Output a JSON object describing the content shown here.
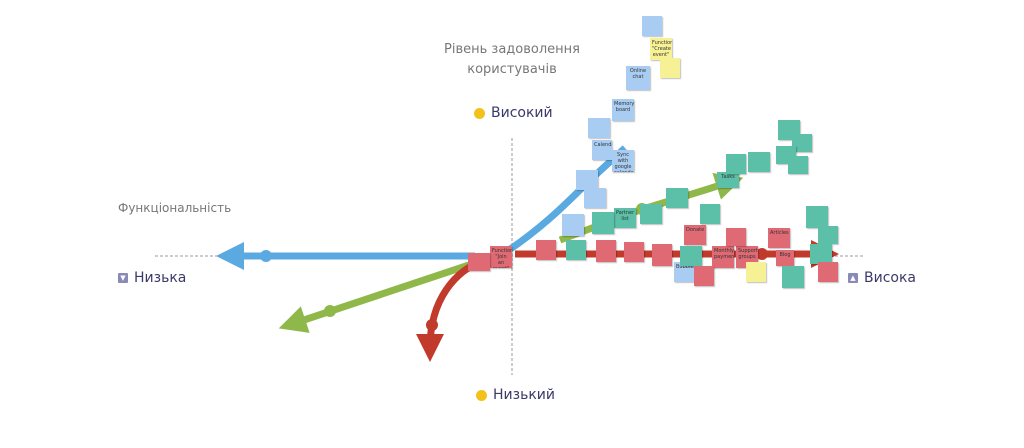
{
  "y_axis_title": "Рівень задоволення\nкористувачів",
  "x_axis_title": "Функціональність",
  "y_high_label": "Високий",
  "y_low_label": "Низький",
  "x_low_label": "Низька",
  "x_high_label": "Висока",
  "icons": {
    "high": "smile-face-icon",
    "low": "frown-face-icon",
    "left_marker": "arrow-down-square-icon",
    "right_marker": "arrow-up-square-icon"
  },
  "colors": {
    "blue": "#5aa9e0",
    "green": "#8fb84a",
    "red": "#c23a2c",
    "note_blue": "#a9cdf2",
    "note_green": "#5cbfa8",
    "note_red": "#e06a74",
    "note_yellow": "#f7f196",
    "axis": "#999999"
  },
  "notes": [
    {
      "color": "note_blue",
      "text": "Online chat"
    },
    {
      "color": "note_blue",
      "text": "Memory board"
    },
    {
      "color": "note_blue",
      "text": "Calendar"
    },
    {
      "color": "note_blue",
      "text": "Sync with google calendar"
    },
    {
      "color": "note_yellow",
      "text": "Function \"Create event\""
    },
    {
      "color": "note_green",
      "text": "Partner list"
    },
    {
      "color": "note_green",
      "text": "Tasks"
    },
    {
      "color": "note_red",
      "text": "Function \"Join an event\""
    },
    {
      "color": "note_red",
      "text": "Donate"
    },
    {
      "color": "note_red",
      "text": "Monthly payments"
    },
    {
      "color": "note_red",
      "text": "Support groups"
    },
    {
      "color": "note_red",
      "text": "Articles"
    },
    {
      "color": "note_red",
      "text": "Blog"
    },
    {
      "color": "note_red",
      "text": "Bubbles"
    }
  ]
}
